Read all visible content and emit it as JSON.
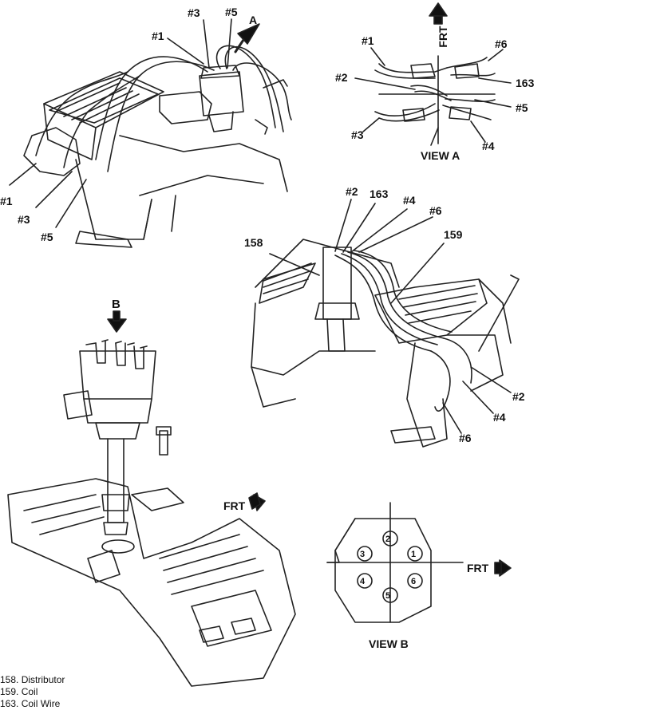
{
  "top_left": {
    "view_arrow": "A",
    "labels": [
      "#3",
      "#5",
      "#1",
      "#1",
      "#3",
      "#5"
    ]
  },
  "view_a": {
    "front": "FRT",
    "title": "VIEW A",
    "labels": [
      "#1",
      "#6",
      "#2",
      "163",
      "#5",
      "#3",
      "#4"
    ]
  },
  "right_engine": {
    "labels": [
      "#2",
      "163",
      "#4",
      "#6",
      "158",
      "159",
      "#2",
      "#4",
      "#6"
    ]
  },
  "distributor": {
    "view_arrow": "B",
    "front": "FRT"
  },
  "view_b": {
    "front": "FRT",
    "title": "VIEW B",
    "terminals": [
      "2",
      "3",
      "1",
      "4",
      "6",
      "5"
    ]
  },
  "legend": [
    "158.  Distributor",
    "159.  Coil",
    "163.  Coil Wire"
  ]
}
